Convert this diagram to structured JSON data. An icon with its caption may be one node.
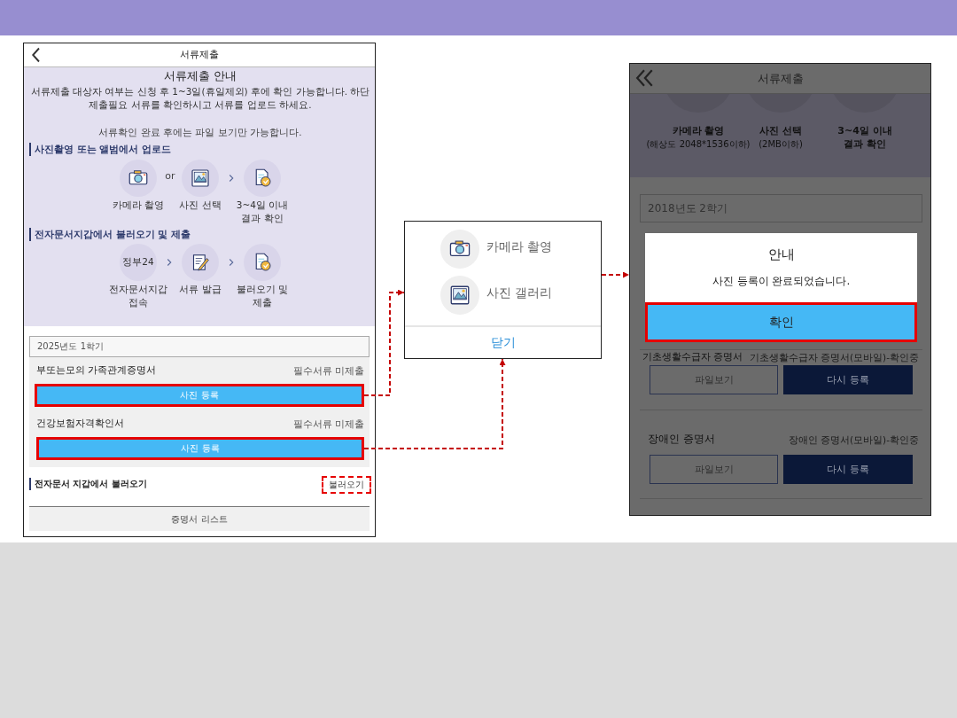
{
  "diagram": {
    "nodes": [
      {
        "text": [
          "서류제출"
        ]
      },
      {
        "text": [
          "2025년도 1학기"
        ],
        "in": 0
      },
      {
        "text": [
          "사진 등록"
        ],
        "in": 0
      },
      {
        "text": [
          "사진 등록"
        ],
        "in": 0
      },
      {
        "text": [
          "불러오기"
        ],
        "in": 0
      },
      {
        "text": [
          "증명서 리스트"
        ],
        "in": 0
      },
      {
        "text": [
          "카메라 촬영",
          "사진 갤러리",
          "닫기"
        ]
      },
      {
        "text": [
          "서류제출"
        ]
      },
      {
        "text": [
          "2018년도 2학기"
        ],
        "in": 7
      },
      {
        "text": [
          "안내",
          "사진 등록이 완료되었습니다."
        ],
        "in": 7
      },
      {
        "text": [
          "확인"
        ],
        "in": 9
      },
      {
        "text": [
          "파일보기"
        ],
        "in": 7
      },
      {
        "text": [
          "다시 등록"
        ],
        "in": 7
      },
      {
        "text": [
          "파일보기"
        ],
        "in": 7
      },
      {
        "text": [
          "다시 등록"
        ],
        "in": 7
      }
    ],
    "edges": [
      {
        "from": 2,
        "to": 6,
        "arrow": "to",
        "style": "dashed"
      },
      {
        "from": 3,
        "to": 6,
        "arrow": "to",
        "style": "dashed"
      },
      {
        "from": 6,
        "to": 7,
        "arrow": "to",
        "style": "dashed"
      }
    ],
    "labels": [
      "서류제출 안내",
      "서류제출 대상자 여부는 신청 후 1~3일(휴일제외) 후에 확인 가능합니다. 하단 제출필요 서류를 확인하시고 서류를 업로드 하세요.",
      "서류확인 완료 후에는 파일 보기만 가능합니다.",
      "사진촬영 또는 앨범에서 업로드",
      "카메라 촬영",
      "or",
      "사진 선택",
      "3~4일 이내 결과 확인",
      "전자문서지갑에서 불러오기 및 제출",
      "정부24",
      "전자문서지갑 접속",
      "서류 발급",
      "불러오기 및 제출",
      "부또는모의 가족관계증명서",
      "필수서류 미제출",
      "건강보험자격확인서",
      "필수서류 미제출",
      "전자문서 지갑에서 불러오기",
      "카메라 촬영",
      "(해상도 2048*1536이하)",
      "사진 선택",
      "(2MB이하)",
      "3~4일 이내 결과 확인",
      "기초생활수급자 증명서",
      "기초생활수급자 증명서(모바일)-확인중",
      "장애인 증명서",
      "장애인 증명서(모바일)-확인중"
    ]
  }
}
